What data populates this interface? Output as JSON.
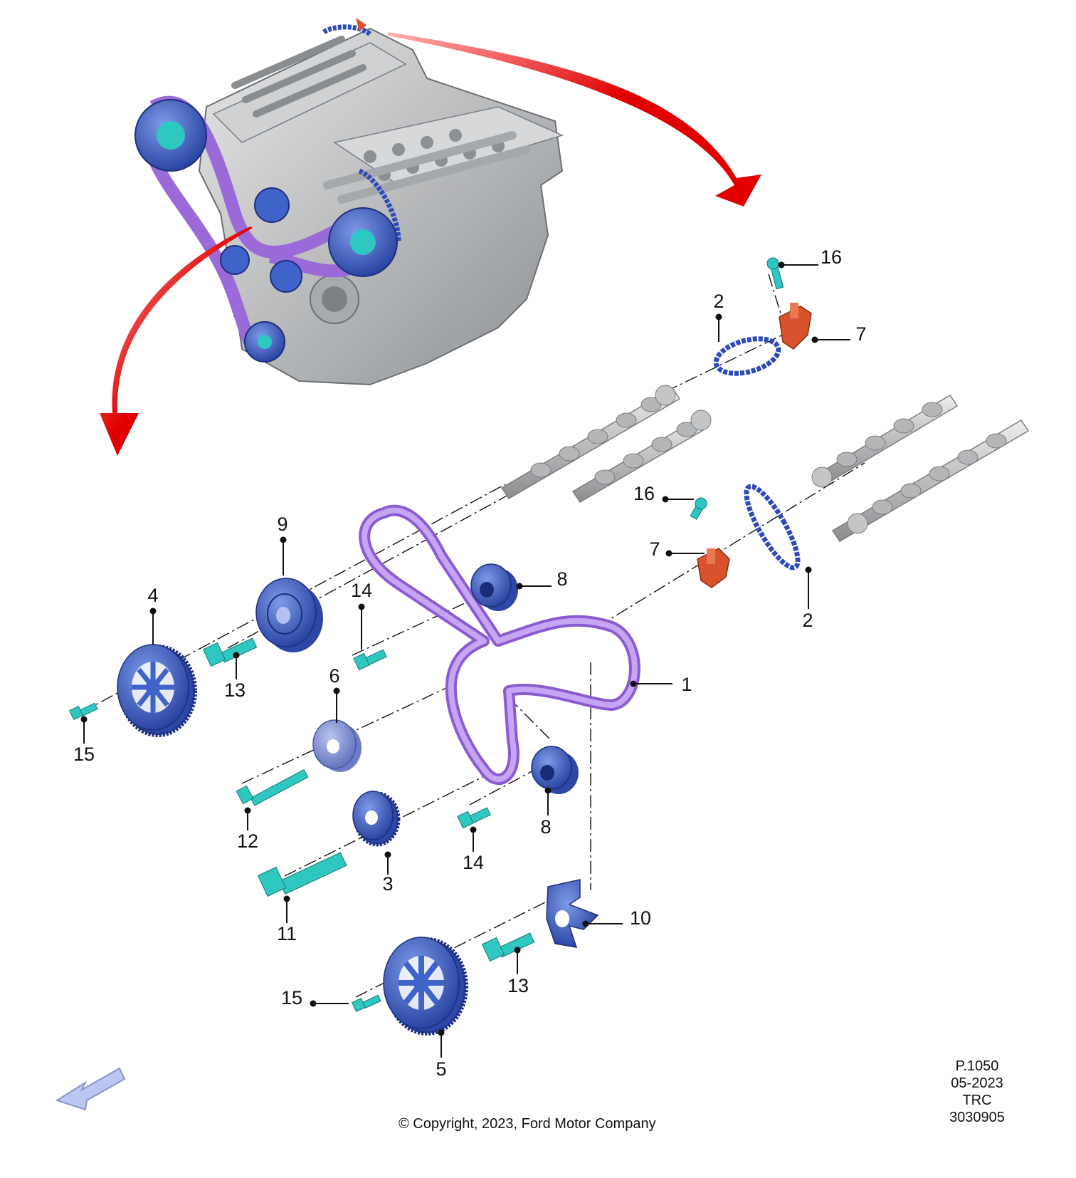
{
  "callouts": [
    {
      "id": "1",
      "name": "callout-1"
    },
    {
      "id": "2",
      "name": "callout-2-upper"
    },
    {
      "id": "2",
      "name": "callout-2-lower"
    },
    {
      "id": "3",
      "name": "callout-3"
    },
    {
      "id": "4",
      "name": "callout-4"
    },
    {
      "id": "5",
      "name": "callout-5"
    },
    {
      "id": "6",
      "name": "callout-6"
    },
    {
      "id": "7",
      "name": "callout-7-upper"
    },
    {
      "id": "7",
      "name": "callout-7-lower"
    },
    {
      "id": "8",
      "name": "callout-8-upper"
    },
    {
      "id": "8",
      "name": "callout-8-lower"
    },
    {
      "id": "9",
      "name": "callout-9"
    },
    {
      "id": "10",
      "name": "callout-10"
    },
    {
      "id": "11",
      "name": "callout-11"
    },
    {
      "id": "12",
      "name": "callout-12"
    },
    {
      "id": "13",
      "name": "callout-13-upper"
    },
    {
      "id": "13",
      "name": "callout-13-lower"
    },
    {
      "id": "14",
      "name": "callout-14-upper"
    },
    {
      "id": "14",
      "name": "callout-14-lower"
    },
    {
      "id": "15",
      "name": "callout-15-upper"
    },
    {
      "id": "15",
      "name": "callout-15-lower"
    },
    {
      "id": "16",
      "name": "callout-16-upper"
    },
    {
      "id": "16",
      "name": "callout-16-lower"
    }
  ],
  "reference": {
    "page": "P.1050",
    "date": "05-2023",
    "code": "TRC",
    "number": "3030905"
  },
  "copyright": "© Copyright, 2023, Ford Motor Company",
  "colors": {
    "belt": "#a77be0",
    "pulley_blue": "#3f63c9",
    "bolt_teal": "#2fc7c2",
    "tensioner_orange": "#d8532d",
    "chain_blue": "#2f4bb8",
    "camshaft_grey": "#c9cbcd",
    "engine_grey": "#b8babc",
    "arrow_red": "#e00000",
    "nav_arrow": "#b9c7f2"
  }
}
